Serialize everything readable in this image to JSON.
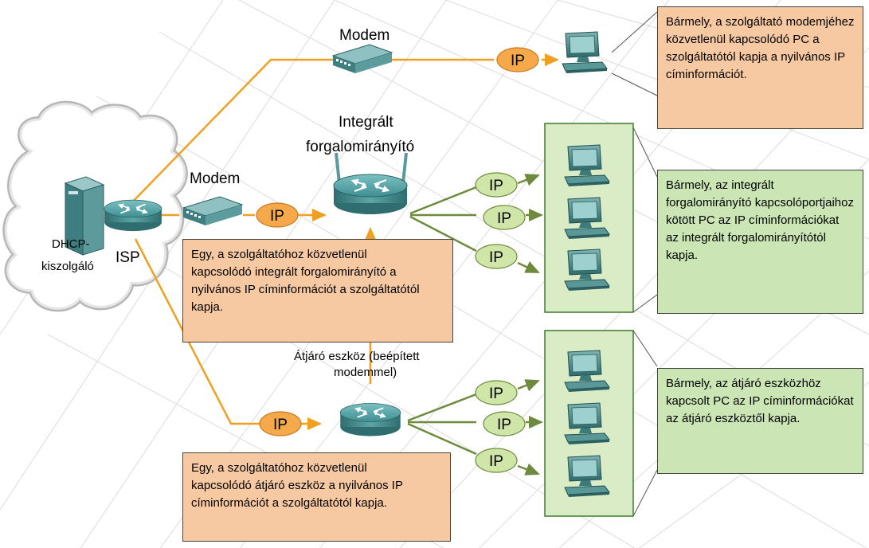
{
  "labels": {
    "modem_top": "Modem",
    "modem_mid": "Modem",
    "integrated_router_line1": "Integrált",
    "integrated_router_line2": "forgalomirányító",
    "gateway_line1": "Átjáró eszköz (beépített",
    "gateway_line2": "modemmel)",
    "dhcp_line1": "DHCP-",
    "dhcp_line2": "kiszolgáló",
    "isp": "ISP",
    "ip": "IP"
  },
  "boxes": {
    "top_right": "Bármely, a szolgáltató modemjéhez közvetlenül kapcsolódó PC a szolgáltatótól kapja a nyilvános IP címinformációt.",
    "middle_right": "Bármely, az integrált forgalomirányító kapcsolóportjaihoz kötött PC az IP címinformációkat az integrált forgalomirányítótól kapja.",
    "bottom_right": "Bármely, az átjáró eszközhöz kapcsolt PC az IP címinformációkat az átjáró eszköztől kapja.",
    "middle_left": "Egy, a szolgáltatóhoz közvetlenül kapcsolódó integrált forgalomirányító a nyilvános IP címinformációt a szolgáltatótól kapja.",
    "bottom_left": "Egy, a szolgáltatóhoz közvetlenül kapcsolódó átjáró eszköz a nyilvános IP címinformációt a szolgáltatótól kapja."
  },
  "colors": {
    "orange_line": "#f0a020",
    "green_line": "#6e8b3d",
    "orange_box": "#f6c9a2",
    "green_box": "#cbe6b4",
    "ip_orange": "#f5a94a",
    "ip_green": "#cfe6a8",
    "device": "#4d8c8c"
  },
  "icons": [
    "cloud-icon",
    "server-icon",
    "router-icon",
    "modem-icon",
    "pc-icon"
  ]
}
